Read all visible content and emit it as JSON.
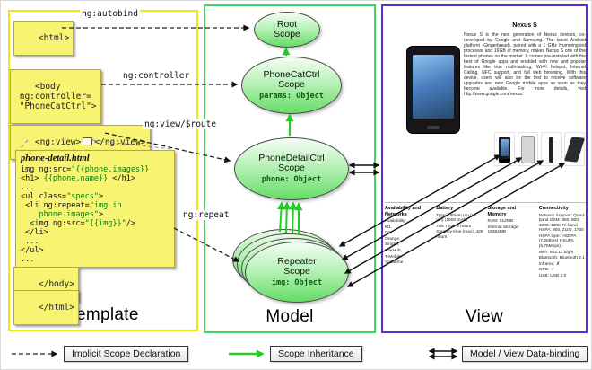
{
  "panels": {
    "template": "Template",
    "model": "Model",
    "view": "View"
  },
  "annotations": {
    "ng_autobind": "ng:autobind",
    "ng_controller": "ng:controller",
    "ng_view_route": "ng:view/$route",
    "ng_repeat": "ng:repeat"
  },
  "template": {
    "html_open": "<html>",
    "body_open": "<body\n ng:controller=\n \"PhoneCatCtrl\">",
    "ngview_open": "<ng:view>",
    "ngview_close": "</ng:view>",
    "body_close": "</body>",
    "html_close": "</html>",
    "code": {
      "title": "phone-detail.html",
      "lines": [
        [
          {
            "t": "img ng:src=",
            "c": "k"
          },
          {
            "t": "\"{{phone.images}}",
            "c": "g"
          }
        ],
        [
          {
            "t": "<h1> ",
            "c": "k"
          },
          {
            "t": "{{phone.name}}",
            "c": "g"
          },
          {
            "t": " </h1>",
            "c": "k"
          }
        ],
        [
          {
            "t": "...",
            "c": "k"
          }
        ],
        [
          {
            "t": "<ul class=",
            "c": "k"
          },
          {
            "t": "\"specs\"",
            "c": "g"
          },
          {
            "t": ">",
            "c": "k"
          }
        ],
        [
          {
            "t": " <li ng:repeat=",
            "c": "k"
          },
          {
            "t": "\"img in",
            "c": "g"
          }
        ],
        [
          {
            "t": "    phone.images\"",
            "c": "g"
          },
          {
            "t": ">",
            "c": "k"
          }
        ],
        [
          {
            "t": "  <img ng:src=",
            "c": "k"
          },
          {
            "t": "\"{{img}}\"",
            "c": "g"
          },
          {
            "t": "/>",
            "c": "k"
          }
        ],
        [
          {
            "t": " </li>",
            "c": "k"
          }
        ],
        [
          {
            "t": " ...",
            "c": "k"
          }
        ],
        [
          {
            "t": "</ul>",
            "c": "k"
          }
        ],
        [
          {
            "t": "...",
            "c": "k"
          }
        ]
      ]
    }
  },
  "model": {
    "scopes": [
      {
        "name": "Root\nScope",
        "prop": ""
      },
      {
        "name": "PhoneCatCtrl\nScope",
        "prop": "params: Object"
      },
      {
        "name": "PhoneDetailCtrl\nScope",
        "prop": "phone: Object"
      },
      {
        "name": "Repeater\nScope",
        "prop": "img: Object"
      }
    ]
  },
  "view": {
    "title": "Nexus S",
    "description": "Nexus S is the next generation of Nexus devices, co-developed by Google and Samsung. The latest Android platform (Gingerbread), paired with a 1 GHz Hummingbird processor and 16GB of memory, makes Nexus S one of the fastest phones on the market. It comes pre-installed with the best of Google apps and enabled with new and popular features like true multi-tasking, Wi-Fi hotspot, Internet Calling, NFC support, and full web browsing. With this device, users will also be the first to receive software upgrades and new Google mobile apps as soon as they become available. For more details, visit http://www.google.com/nexus.",
    "specs": [
      {
        "header": "Availability and Networks",
        "items": [
          "Availability:",
          "M1,",
          "O2,",
          "Orange,",
          "Singtel,",
          "StarHub,",
          "T-Mobile,",
          "Vodafone"
        ]
      },
      {
        "header": "Battery",
        "items": [
          "Type: Lithium Ion (Li-Ion) (1500 mAh)",
          "Talk Time: 6 hours",
          "Standby time (max): 428 hours"
        ]
      },
      {
        "header": "Storage and Memory",
        "items": [
          "RAM: 512MB",
          "Internal Storage: 16384MB"
        ]
      },
      {
        "header": "Connectivity",
        "items": [
          "Network Support: Quad-band GSM: 850, 900, 1800, 1900 Tri-band HSPA: 900, 2100, 1700",
          "HSPA type: HSDPA (7.2Mbps) HSUPA (5.76Mbps)",
          "WiFi: 802.11 b/g/n",
          "Bluetooth: Bluetooth 2.1",
          "Infrared: ✗",
          "GPS: ✓",
          "USB: USB 2.0"
        ]
      }
    ]
  },
  "legend": {
    "implicit": "Implicit Scope Declaration",
    "inheritance": "Scope Inheritance",
    "binding": "Model / View Data-binding"
  },
  "colors": {
    "template_border": "#ece414",
    "model_border": "#3fd45f",
    "view_border": "#5a2fd0",
    "scope_fill": "#66dc66",
    "box_yellow": "#f8f370",
    "arrow_green": "#22cc22",
    "code_green": "#0a7d0a"
  }
}
